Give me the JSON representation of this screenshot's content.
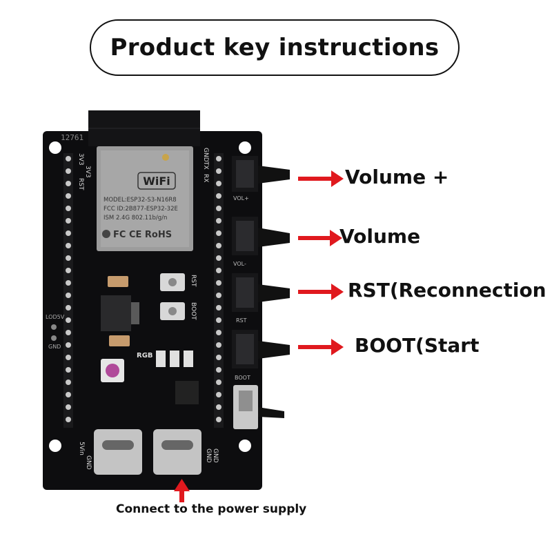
{
  "title": "Product key instructions",
  "labels": {
    "volume_plus": "Volume +",
    "volume": "Volume",
    "rst": "RST(Reconnection",
    "boot": "BOOT(Start"
  },
  "footer": "Connect to the power supply",
  "board": {
    "serial": "12761",
    "wifi_logo": "WiFi",
    "module_lines": [
      "MODEL:ESP32-S3-N16R8",
      "FCC ID:2B877-ESP32-32E",
      "ISM 2.4G 802.11b/g/n"
    ],
    "certs": "FC CE RoHS",
    "top_pins": [
      "3V3",
      "3V3",
      "RST"
    ],
    "right_pins_top": [
      "RX",
      "TX",
      "GND"
    ],
    "button_labels": [
      "VOL+",
      "VOL-",
      "RST",
      "BOOT"
    ],
    "onboard_labels": [
      "RST",
      "BOOT",
      "RGB"
    ],
    "left_edge_labels": [
      "LOD5V",
      "GND"
    ],
    "bottom_labels": [
      "5Vin",
      "GND",
      "GND",
      "GND"
    ]
  },
  "colors": {
    "arrow": "#e0191e",
    "board": "#0d0d0f",
    "pins": "#c9c9c9",
    "module": "#9c9c9c"
  }
}
